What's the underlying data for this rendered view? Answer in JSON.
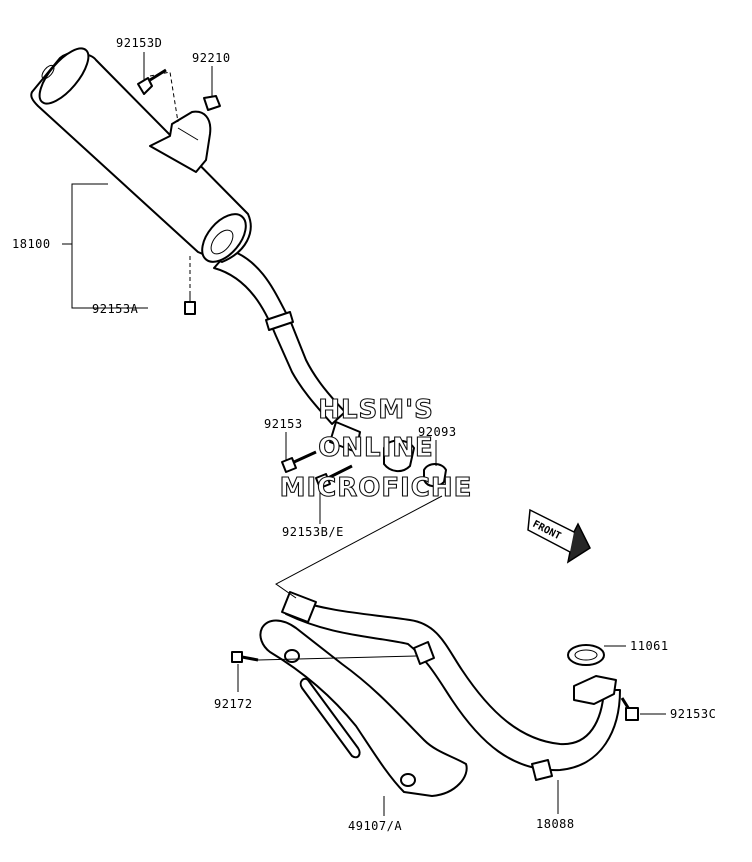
{
  "labels": {
    "p92153D": "92153D",
    "p92210": "92210",
    "p18100": "18100",
    "p92153A": "92153A",
    "p92153": "92153",
    "p92093": "92093",
    "p92153BE": "92153B/E",
    "p11061": "11061",
    "p92153C": "92153C",
    "p92172": "92172",
    "p49107A": "49107/A",
    "p18088": "18088"
  },
  "watermark": {
    "line1": "HLSM'S",
    "line2": "ONLINE",
    "line3": "MICROFICHE"
  },
  "front_arrow": "FRONT"
}
